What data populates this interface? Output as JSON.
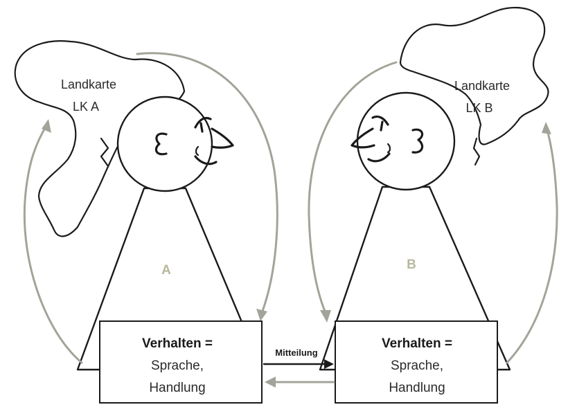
{
  "person_a": {
    "map_line1": "Landkarte",
    "map_line2": "LK A",
    "letter": "A",
    "box_title": "Verhalten =",
    "box_line2": "Sprache,",
    "box_line3": "Handlung"
  },
  "person_b": {
    "map_line1": "Landkarte",
    "map_line2": "LK B",
    "letter": "B",
    "box_title": "Verhalten =",
    "box_line2": "Sprache,",
    "box_line3": "Handlung"
  },
  "message_label": "Mitteilung",
  "colors": {
    "ink": "#1a1a1a",
    "arrow_gray": "#a3a39a",
    "letter_tint": "#b8b89e"
  }
}
